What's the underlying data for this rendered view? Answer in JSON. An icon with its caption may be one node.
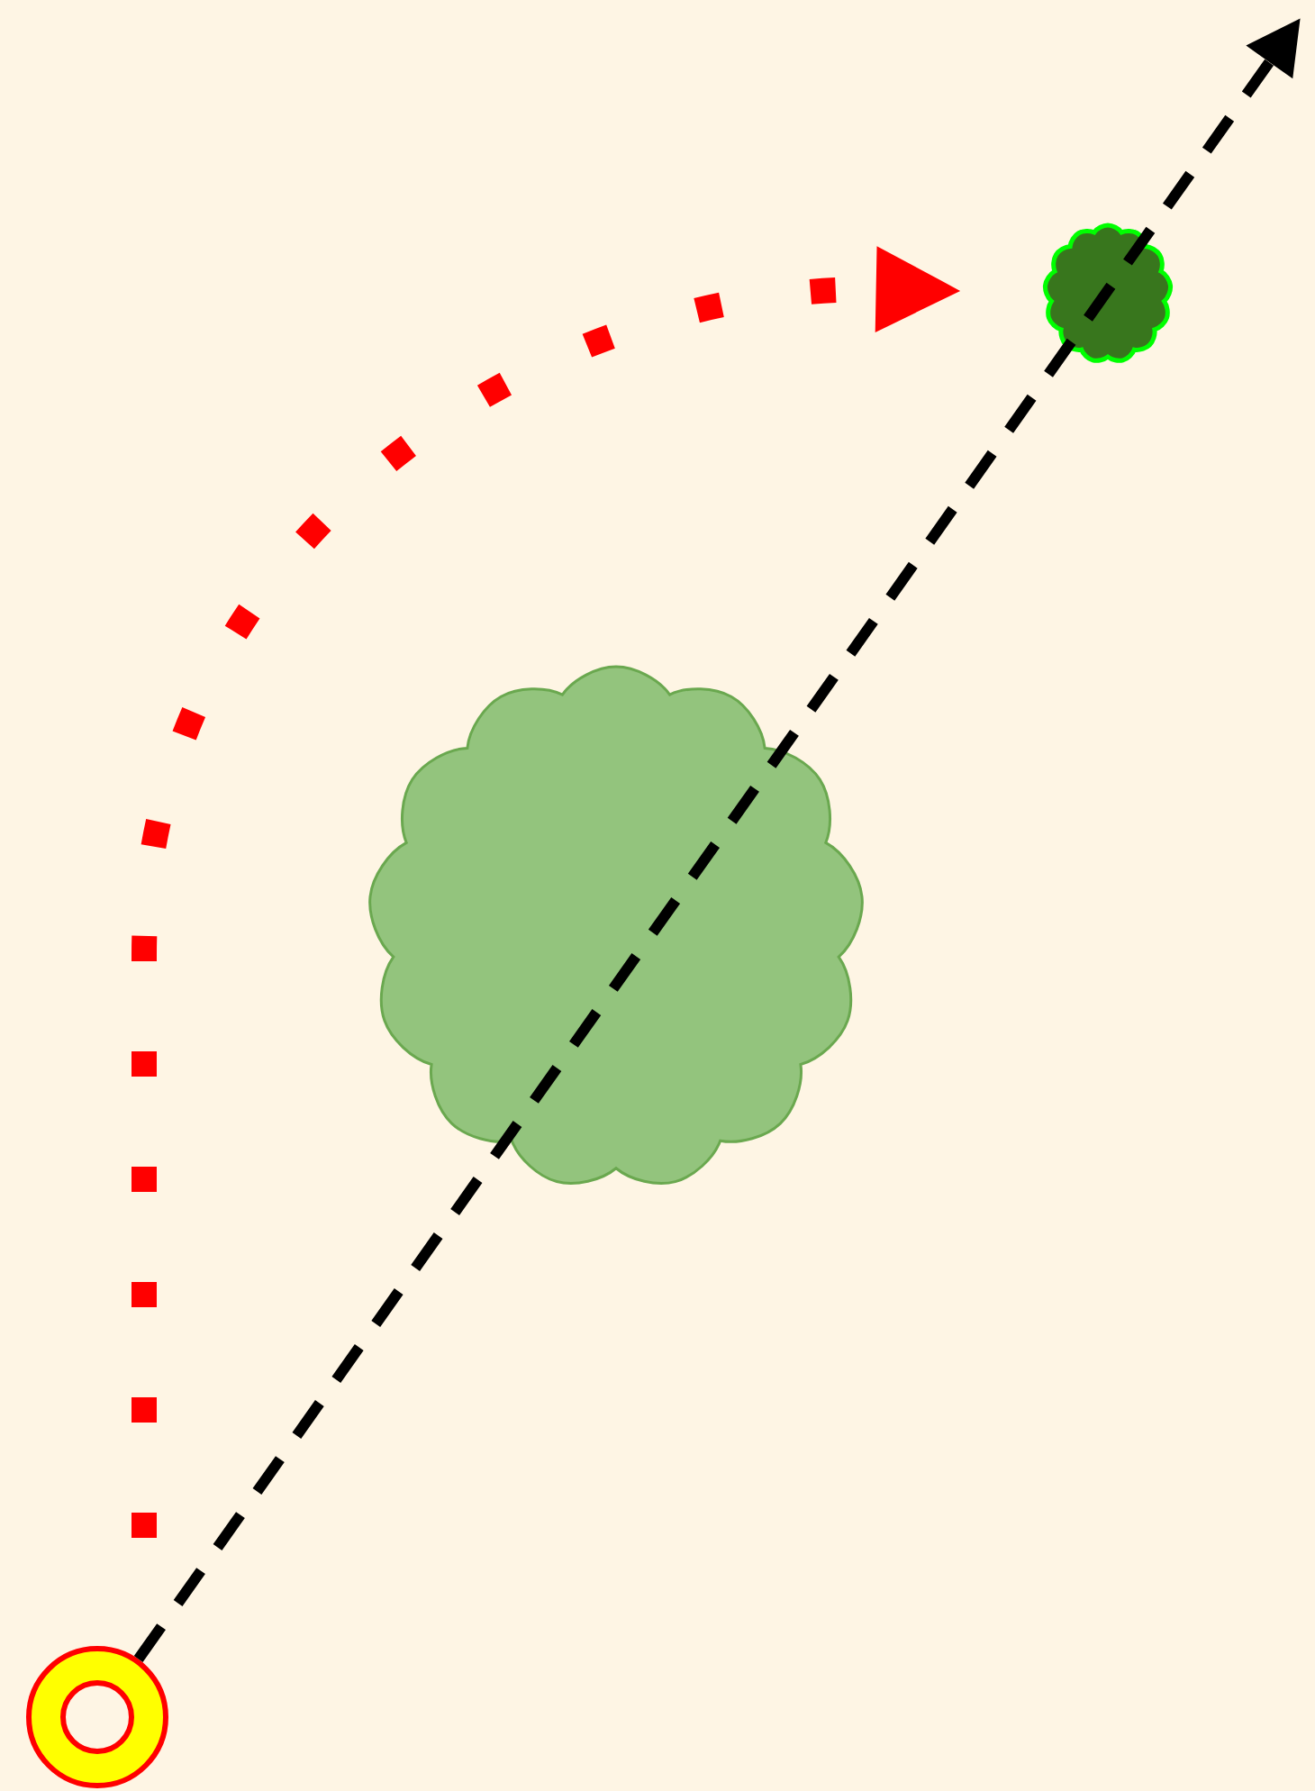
{
  "diagram": {
    "nodes": [
      {
        "text": [],
        "shape": "cloud"
      },
      {
        "text": [],
        "shape": "cloud"
      },
      {
        "text": [],
        "shape": "circle"
      }
    ],
    "edges": [
      {
        "from": 2,
        "to": null,
        "arrow": "to",
        "style": "dashed",
        "color": "#000000"
      },
      {
        "from": 2,
        "to": 0,
        "arrow": "to",
        "style": "dashed",
        "color": "#ff0000"
      }
    ]
  }
}
